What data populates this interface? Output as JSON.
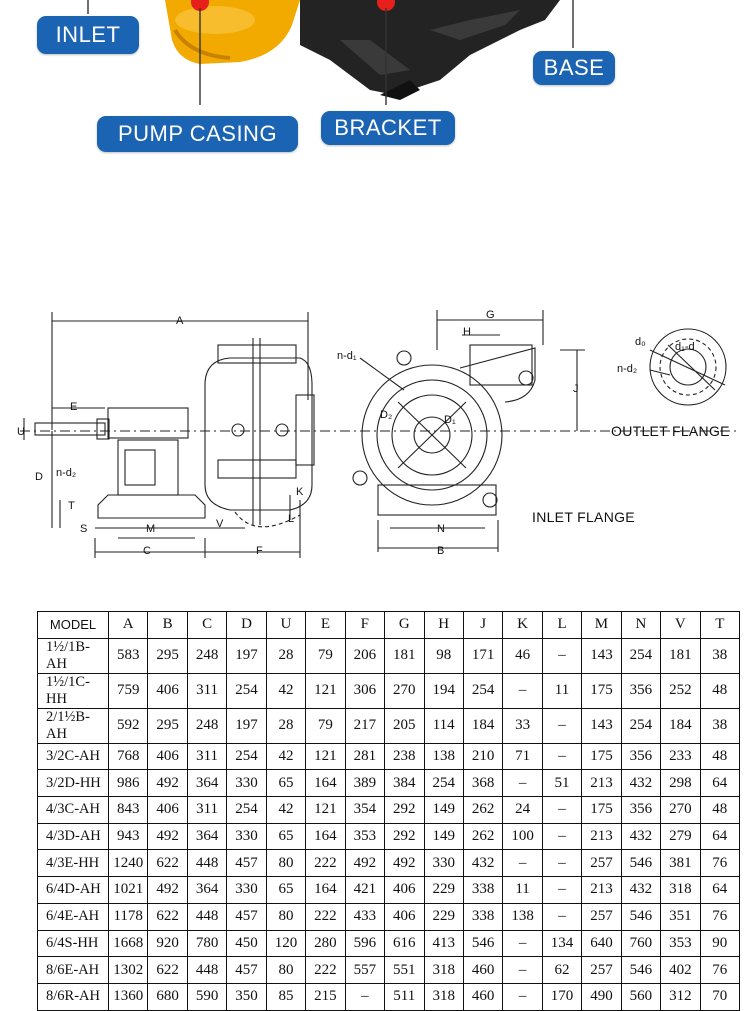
{
  "photo_labels": {
    "inlet": "INLET",
    "pump_casing": "PUMP CASING",
    "bracket": "BRACKET",
    "base": "BASE"
  },
  "drawing_labels": {
    "A": "A",
    "E": "E",
    "U": "U",
    "D": "D",
    "nd2": "n-d₂",
    "T": "T",
    "S": "S",
    "M": "M",
    "C": "C",
    "V": "V",
    "F": "F",
    "K": "K",
    "L": "L",
    "G": "G",
    "H": "H",
    "J": "J",
    "nd1": "n-d₁",
    "D1": "D₁",
    "D2": "D₂",
    "N": "N",
    "B": "B",
    "d0": "d₀",
    "d1": "d₁-d",
    "nd2_outlet": "n-d₂"
  },
  "captions": {
    "outlet_flange": "OUTLET FLANGE",
    "inlet_flange": "INLET FLANGE"
  },
  "table": {
    "headers": [
      "MODEL",
      "A",
      "B",
      "C",
      "D",
      "U",
      "E",
      "F",
      "G",
      "H",
      "J",
      "K",
      "L",
      "M",
      "N",
      "V",
      "T"
    ],
    "rows": [
      [
        "1½/1B-AH",
        "583",
        "295",
        "248",
        "197",
        "28",
        "79",
        "206",
        "181",
        "98",
        "171",
        "46",
        "–",
        "143",
        "254",
        "181",
        "38"
      ],
      [
        "1½/1C-HH",
        "759",
        "406",
        "311",
        "254",
        "42",
        "121",
        "306",
        "270",
        "194",
        "254",
        "–",
        "11",
        "175",
        "356",
        "252",
        "48"
      ],
      [
        "2/1½B-AH",
        "592",
        "295",
        "248",
        "197",
        "28",
        "79",
        "217",
        "205",
        "114",
        "184",
        "33",
        "–",
        "143",
        "254",
        "184",
        "38"
      ],
      [
        "3/2C-AH",
        "768",
        "406",
        "311",
        "254",
        "42",
        "121",
        "281",
        "238",
        "138",
        "210",
        "71",
        "–",
        "175",
        "356",
        "233",
        "48"
      ],
      [
        "3/2D-HH",
        "986",
        "492",
        "364",
        "330",
        "65",
        "164",
        "389",
        "384",
        "254",
        "368",
        "–",
        "51",
        "213",
        "432",
        "298",
        "64"
      ],
      [
        "4/3C-AH",
        "843",
        "406",
        "311",
        "254",
        "42",
        "121",
        "354",
        "292",
        "149",
        "262",
        "24",
        "–",
        "175",
        "356",
        "270",
        "48"
      ],
      [
        "4/3D-AH",
        "943",
        "492",
        "364",
        "330",
        "65",
        "164",
        "353",
        "292",
        "149",
        "262",
        "100",
        "–",
        "213",
        "432",
        "279",
        "64"
      ],
      [
        "4/3E-HH",
        "1240",
        "622",
        "448",
        "457",
        "80",
        "222",
        "492",
        "492",
        "330",
        "432",
        "–",
        "–",
        "257",
        "546",
        "381",
        "76"
      ],
      [
        "6/4D-AH",
        "1021",
        "492",
        "364",
        "330",
        "65",
        "164",
        "421",
        "406",
        "229",
        "338",
        "11",
        "–",
        "213",
        "432",
        "318",
        "64"
      ],
      [
        "6/4E-AH",
        "1178",
        "622",
        "448",
        "457",
        "80",
        "222",
        "433",
        "406",
        "229",
        "338",
        "138",
        "–",
        "257",
        "546",
        "351",
        "76"
      ],
      [
        "6/4S-HH",
        "1668",
        "920",
        "780",
        "450",
        "120",
        "280",
        "596",
        "616",
        "413",
        "546",
        "–",
        "134",
        "640",
        "760",
        "353",
        "90"
      ],
      [
        "8/6E-AH",
        "1302",
        "622",
        "448",
        "457",
        "80",
        "222",
        "557",
        "551",
        "318",
        "460",
        "–",
        "62",
        "257",
        "546",
        "402",
        "76"
      ],
      [
        "8/6R-AH",
        "1360",
        "680",
        "590",
        "350",
        "85",
        "215",
        "–",
        "511",
        "318",
        "460",
        "–",
        "170",
        "490",
        "560",
        "312",
        "70"
      ]
    ]
  },
  "colors": {
    "label_bg": "#1b63b3",
    "pump_yellow": "#f2a900",
    "accent_red": "#e8201b"
  }
}
